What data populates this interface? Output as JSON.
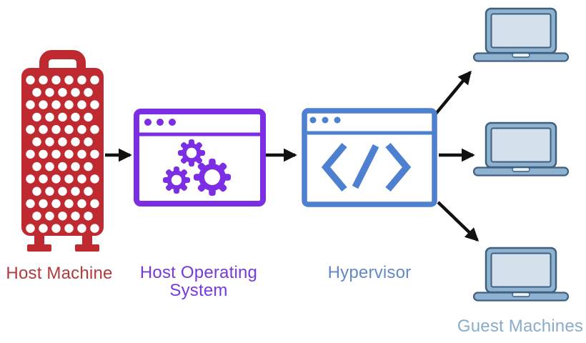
{
  "colors": {
    "background": "#ffffff",
    "host_machine_red": "#bf2a30",
    "host_machine_label": "#b23a3c",
    "host_os_purple": "#7c2ee4",
    "host_os_label": "#7839dd",
    "hypervisor_blue": "#4e80d0",
    "hypervisor_label": "#6389c9",
    "guest_machines_label": "#8aaccb",
    "laptop_frame": "#8fb2d0",
    "laptop_screen": "#d4e0eb",
    "laptop_outline": "#3e5f80",
    "laptop_notch": "#eef3f7",
    "arrow": "#111111"
  },
  "diagram": {
    "nodes": {
      "host_machine": {
        "label": "Host Machine",
        "icon": "mainframe-grater-icon"
      },
      "host_os": {
        "label": "Host Operating System",
        "icon": "browser-window-gears-icon"
      },
      "hypervisor": {
        "label": "Hypervisor",
        "icon": "browser-window-code-icon"
      },
      "guest_machines": {
        "label": "Guest Machines",
        "icon": "laptop-icon",
        "laptop_count": 3
      }
    },
    "edges": [
      {
        "from": "host_machine",
        "to": "host_os"
      },
      {
        "from": "host_os",
        "to": "hypervisor"
      },
      {
        "from": "hypervisor",
        "to": "guest_laptop_1"
      },
      {
        "from": "hypervisor",
        "to": "guest_laptop_2"
      },
      {
        "from": "hypervisor",
        "to": "guest_laptop_3"
      }
    ]
  }
}
